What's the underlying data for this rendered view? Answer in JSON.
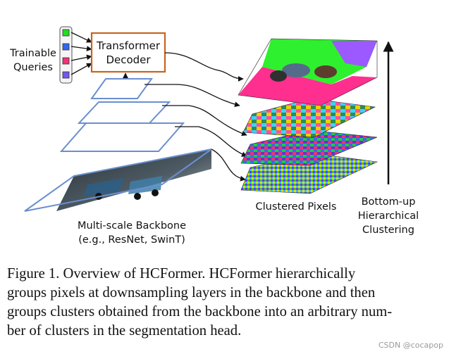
{
  "figure": {
    "trainable_queries_label_line1": "Trainable",
    "trainable_queries_label_line2": "Queries",
    "decoder_line1": "Transformer",
    "decoder_line2": "Decoder",
    "clustered_pixels_label": "Clustered Pixels",
    "backbone_line1": "Multi-scale Backbone",
    "backbone_line2": "(e.g., ResNet, SwinT)",
    "clustering_line1": "Bottom-up",
    "clustering_line2": "Hierarchical",
    "clustering_line3": "Clustering",
    "query_colors": [
      "#22dd22",
      "#3366ee",
      "#ee3377",
      "#7755ee"
    ],
    "layer_color": "#6a8fd0",
    "decoder_border_color": "#c8641e"
  },
  "caption": {
    "line1": "Figure 1.  Overview of HCFormer.  HCFormer hierarchically",
    "line2": "groups pixels at downsampling layers in the backbone and then",
    "line3": "groups clusters obtained from the backbone into an arbitrary num-",
    "line4": "ber of clusters in the segmentation head."
  },
  "watermark": "CSDN @cocapop"
}
